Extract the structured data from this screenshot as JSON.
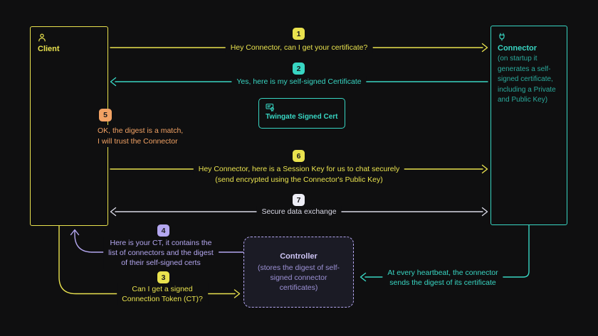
{
  "colors": {
    "bg": "#0f0f10",
    "yellow": "#e9e24e",
    "teal": "#38d6c3",
    "teal_dim": "#2aa99b",
    "orange": "#f2a264",
    "purple": "#b4a7f0",
    "purple_dim": "#9d92d6",
    "white_line": "#d9d9e6",
    "badge_white": "#eeeef6",
    "badge_text": "#1a1a1c",
    "controller_bg": "#1b1b25",
    "controller_title": "#cfc6f6"
  },
  "nodes": {
    "client": {
      "label": "Client",
      "icon": "person-icon"
    },
    "connector": {
      "label": "Connector",
      "description": "(on startup it generates a self-signed certificate, including a Private and Public Key)",
      "icon": "plug-icon"
    },
    "controller": {
      "label": "Controller",
      "description": "(stores the digest of self-signed connector certificates)"
    },
    "twingate_cert": {
      "label": "Twingate Signed Cert",
      "icon": "certificate-icon"
    }
  },
  "steps": [
    {
      "num": "1",
      "color": "yellow",
      "text": "Hey Connector, can I get your certificate?"
    },
    {
      "num": "2",
      "color": "teal",
      "text": "Yes, here is my self-signed Certificate"
    },
    {
      "num": "3",
      "color": "yellow",
      "lines": [
        "Can I get a signed",
        "Connection Token (CT)?"
      ]
    },
    {
      "num": "4",
      "color": "purple",
      "lines": [
        "Here is your CT, it contains the",
        "list of connectors and the digest",
        "of their self-signed certs"
      ]
    },
    {
      "num": "5",
      "color": "orange",
      "lines": [
        "OK, the digest is a match,",
        "I will trust the Connector"
      ]
    },
    {
      "num": "6",
      "color": "yellow",
      "text": "Hey Connector, here is a Session Key for us to chat securely",
      "subtext": "(send encrypted using the Connector's Public Key)"
    },
    {
      "num": "7",
      "color": "white",
      "text": "Secure data exchange"
    }
  ],
  "notes": {
    "heartbeat_lines": [
      "At every heartbeat, the connector",
      "sends the digest of its certificate"
    ]
  }
}
